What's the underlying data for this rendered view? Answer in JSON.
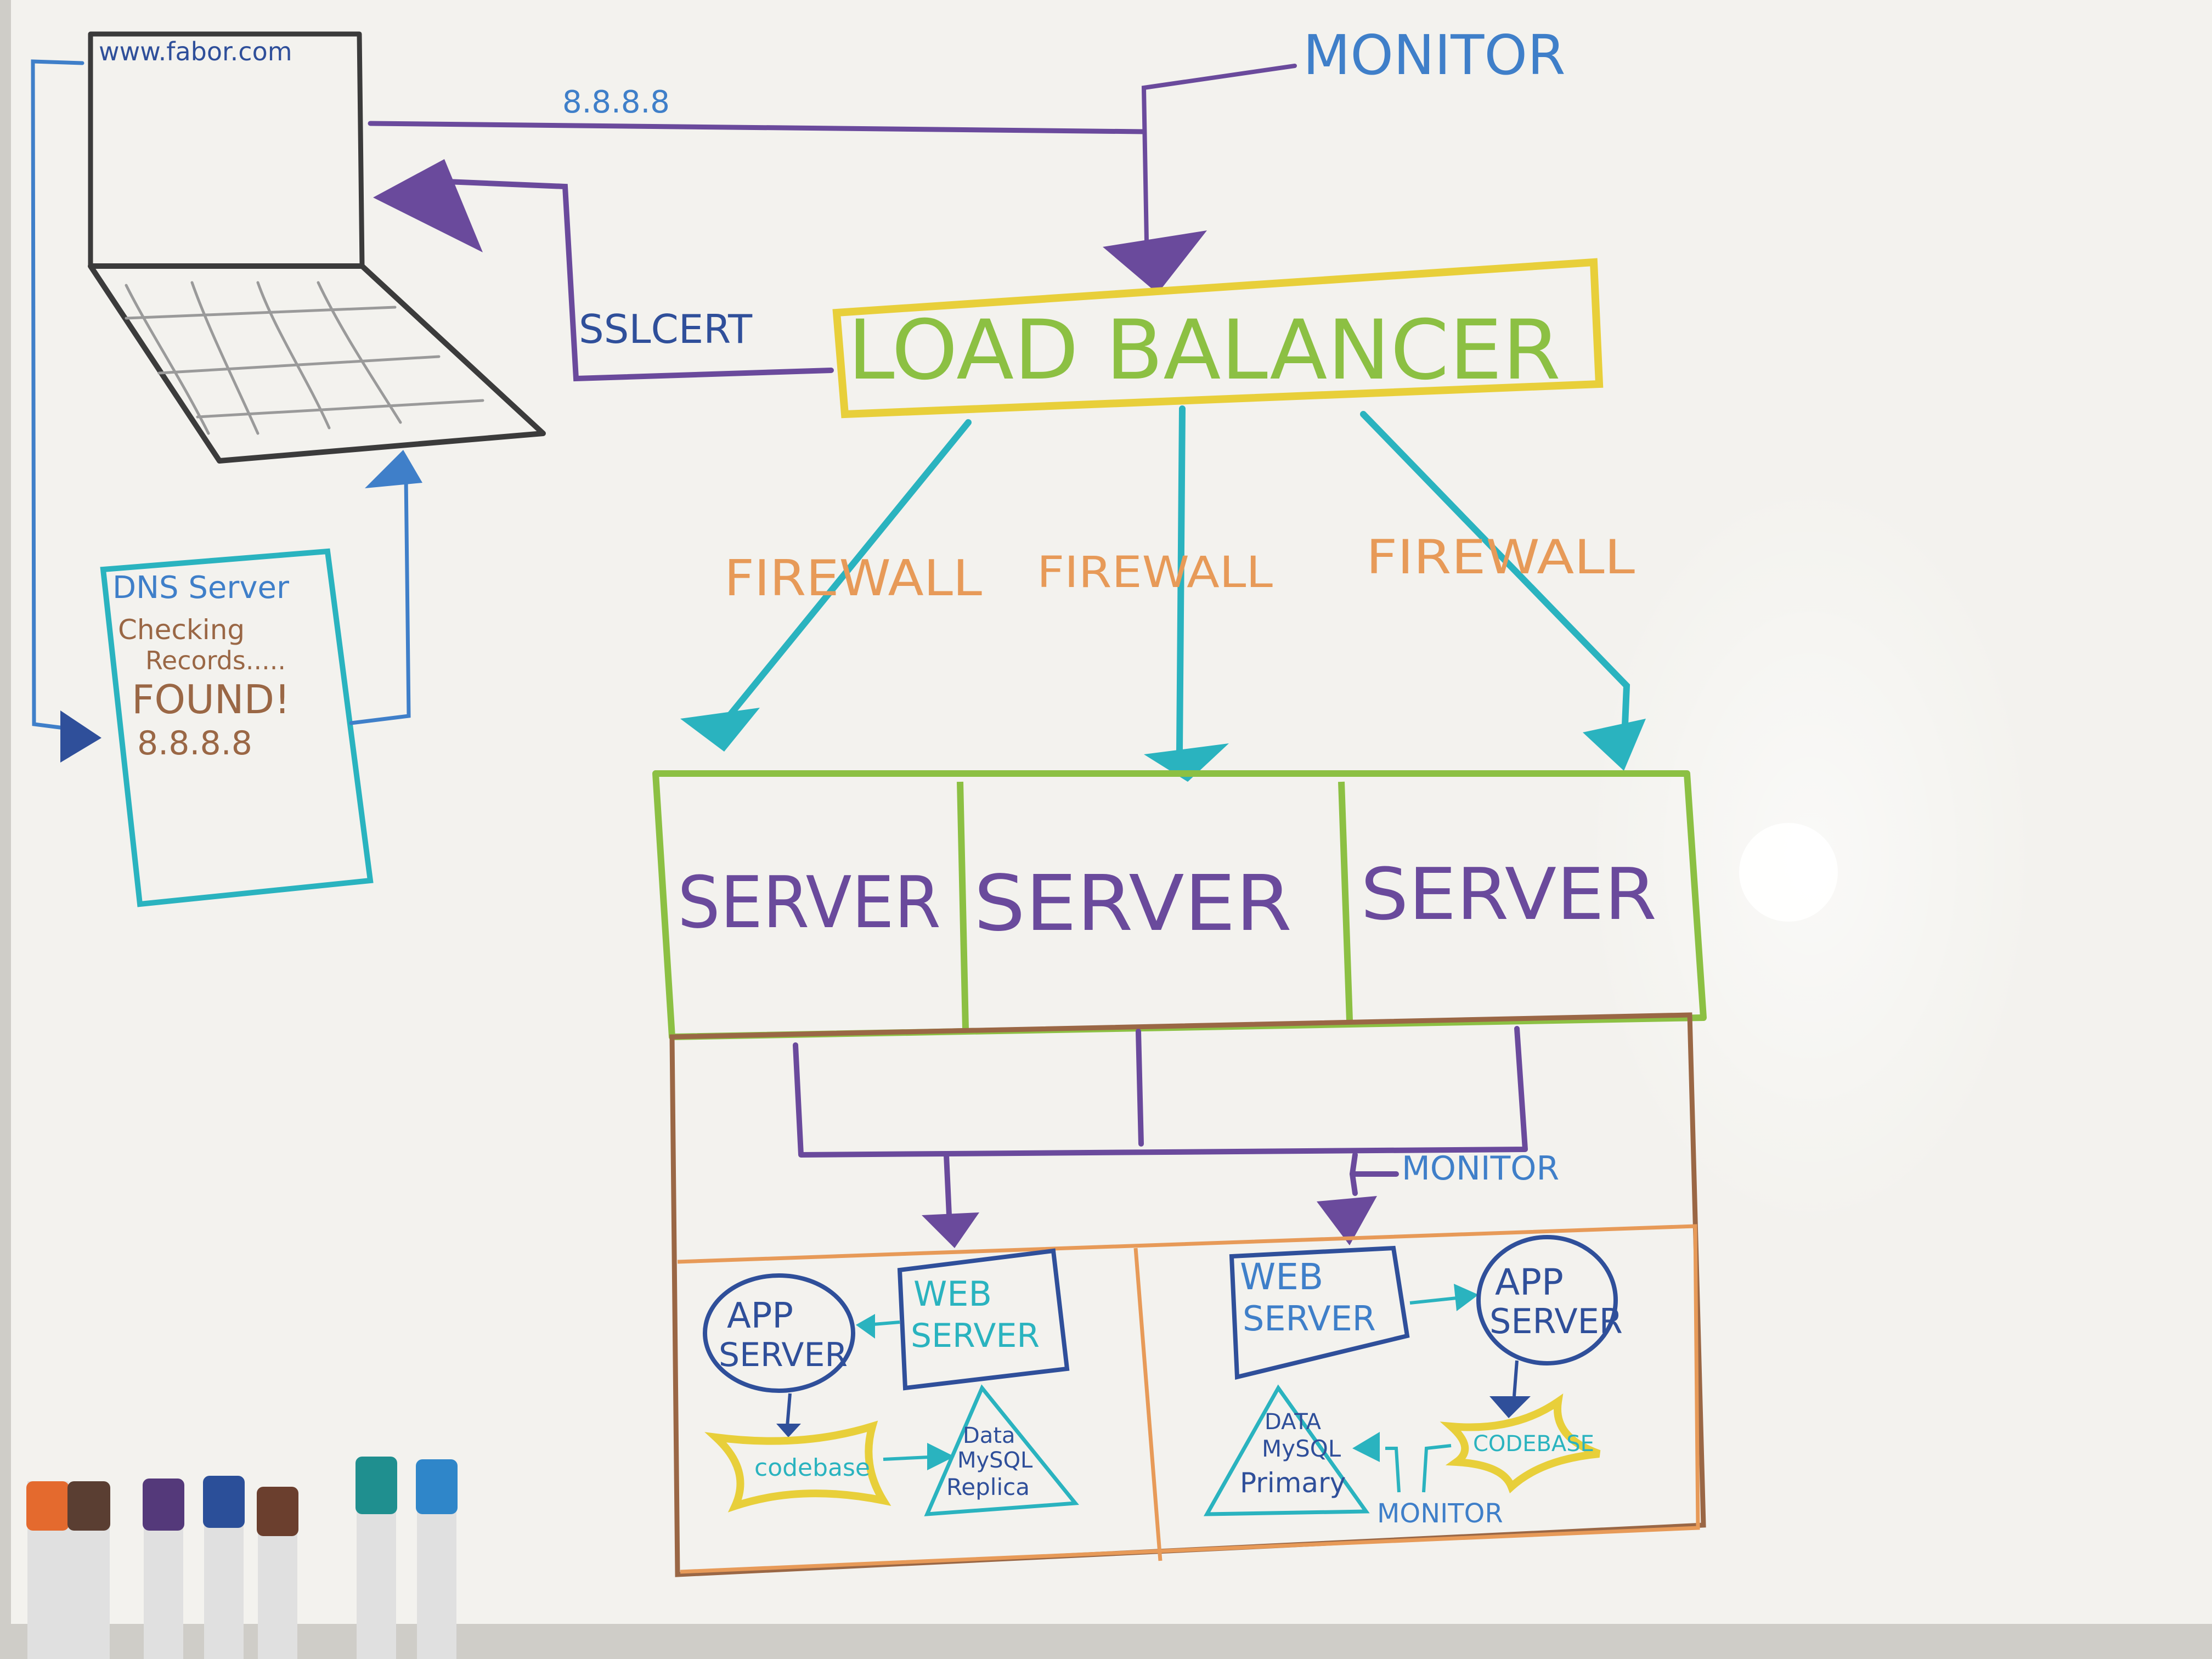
{
  "colors": {
    "board": "#f3f2ee",
    "frame": "#cfcdc8",
    "purple": "#6a4a9c",
    "blue": "#3f7fc9",
    "navy": "#2f4f9a",
    "teal": "#2ab3bf",
    "green": "#8cc043",
    "yellow": "#e8cf3a",
    "orange": "#e79a58",
    "brown": "#9a6745",
    "black": "#3b3b3b",
    "grey": "#9a9a9a"
  },
  "laptop": {
    "url": "www.fabor.com"
  },
  "dns": {
    "title": "DNS Server",
    "line1": "Checking",
    "line2": "Records.....",
    "found": "FOUND!",
    "ip": "8.8.8.8"
  },
  "labels": {
    "ip_line": "8.8.8.8",
    "monitor_top": "MONITOR",
    "ssl_cert": "SSLCERT",
    "load_balancer": "LOAD BALANCER",
    "firewall_left": "FIREWALL",
    "firewall_center": "FIREWALL",
    "firewall_right": "FIREWALL",
    "server_1": "SERVER",
    "server_2": "SERVER",
    "server_3": "SERVER",
    "monitor_middle": "MONITOR",
    "monitor_bottom": "MONITOR"
  },
  "left_stack": {
    "app_server_1": "APP",
    "app_server_2": "SERVER",
    "web_server_1": "WEB",
    "web_server_2": "SERVER",
    "codebase": "codebase",
    "db_1": "Data",
    "db_2": "MySQL",
    "db_3": "Replica"
  },
  "right_stack": {
    "web_server_1": "WEB",
    "web_server_2": "SERVER",
    "app_server_1": "APP",
    "app_server_2": "SERVER",
    "codebase": "CODEBASE",
    "db_1": "DATA",
    "db_2": "MySQL",
    "db_3": "Primary"
  },
  "markers": [
    "orange",
    "brown",
    "purple",
    "blue",
    "brown",
    "teal",
    "blue"
  ]
}
